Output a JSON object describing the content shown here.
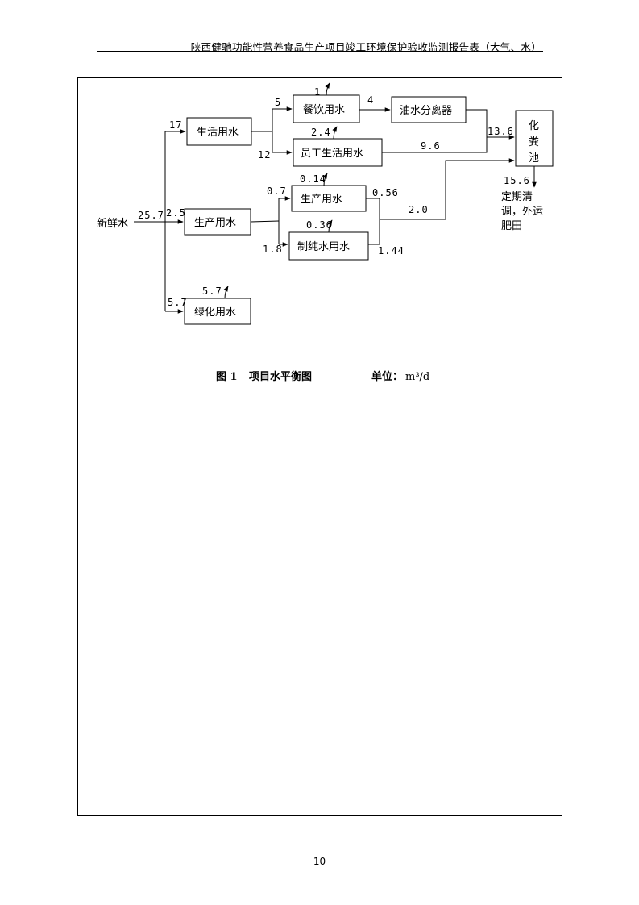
{
  "header": {
    "title": "陕西健驰功能性营养食品生产项目竣工环境保护验收监测报告表（大气、水）"
  },
  "page_number": "10",
  "diagram": {
    "nodes": {
      "source": "新鲜水",
      "domestic": "生活用水",
      "catering": "餐饮用水",
      "oil_sep": "油水分离器",
      "staff": "员工生活用水",
      "septic_1": "化",
      "septic_2": "粪",
      "septic_3": "池",
      "production": "生产用水",
      "prod_sub": "生产用水",
      "purified": "制纯水用水",
      "greening": "绿化用水"
    },
    "flows": {
      "total": "25.7",
      "to_domestic": "17",
      "to_catering": "5",
      "catering_loss": "1",
      "catering_out": "4",
      "to_staff": "12",
      "staff_loss": "2.4",
      "staff_out": "9.6",
      "to_septic": "13.6",
      "septic_out": "15.6",
      "to_production": "2.5",
      "to_prod_sub": "0.7",
      "prod_sub_loss": "0.14",
      "prod_sub_out": "0.56",
      "to_purified": "1.8",
      "purified_loss": "0.36",
      "purified_out": "1.44",
      "production_out": "2.0",
      "to_greening": "5.7",
      "greening_loss": "5.7"
    },
    "disposal": {
      "line1": "定期清",
      "line2": "调，外运",
      "line3": "肥田"
    },
    "caption": {
      "figure": "图 1",
      "title": "项目水平衡图",
      "unit_label": "单位：",
      "unit": "m³/d"
    }
  }
}
